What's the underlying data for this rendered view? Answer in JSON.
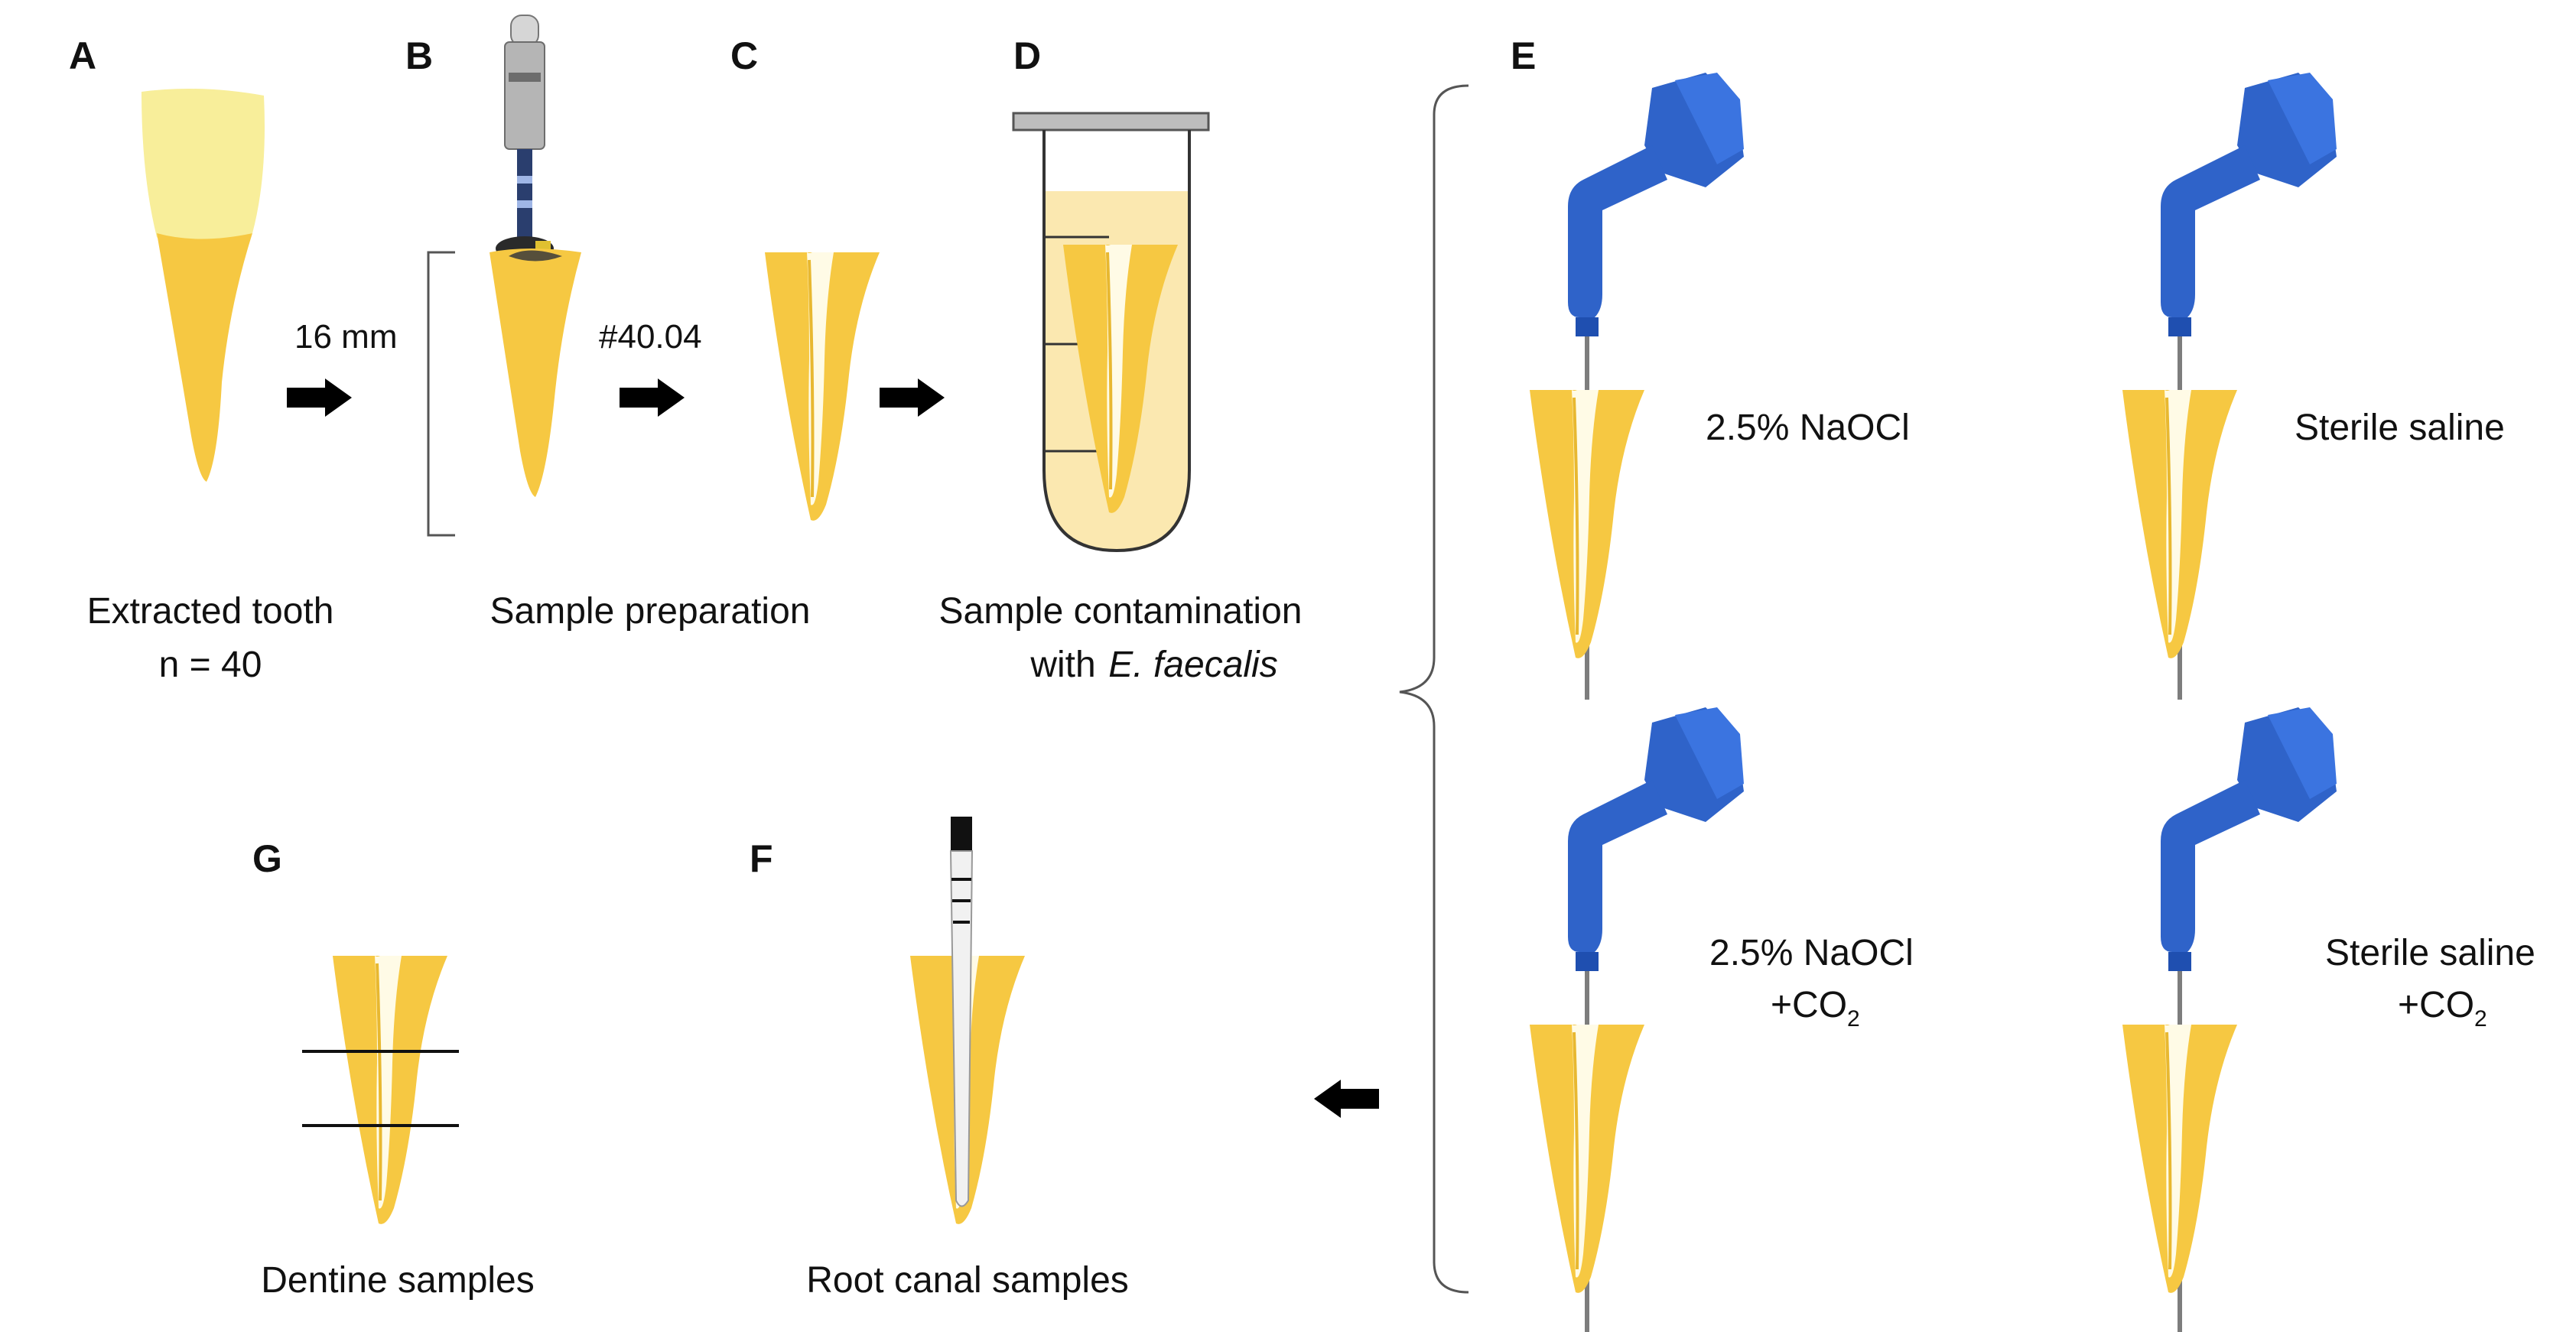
{
  "colors": {
    "tooth_root": "#f6c842",
    "tooth_crown": "#f8ee9a",
    "canal": "#fffbe6",
    "broth": "#fbe8b0",
    "needle_hub": "#2f63c9",
    "stopper": "#ef8a7e",
    "file_handle": "#9c9c9c"
  },
  "panels": {
    "a": {
      "letter": "A",
      "caption_line1": "Extracted tooth",
      "caption_line2": "n = 40"
    },
    "b": {
      "letter": "B",
      "caption": "Sample preparation"
    },
    "c": {
      "letter": "C"
    },
    "d": {
      "letter": "D",
      "caption_line1": "Sample contamination",
      "caption_line2_prefix": "with ",
      "caption_line2_species": "E. faecalis"
    },
    "e": {
      "letter": "E",
      "groups": [
        {
          "label_line1": "2.5% NaOCl",
          "label_line2": ""
        },
        {
          "label_line1": "Sterile saline",
          "label_line2": ""
        },
        {
          "label_line1": "2.5% NaOCl",
          "label_line2_main": "+CO",
          "label_line2_sub": "2"
        },
        {
          "label_line1": "Sterile saline",
          "label_line2_main": "+CO",
          "label_line2_sub": "2"
        }
      ]
    },
    "f": {
      "letter": "F",
      "caption": "Root canal samples"
    },
    "g": {
      "letter": "G",
      "caption": "Dentine  samples"
    }
  },
  "steps": {
    "length_label": "16 mm",
    "file_size_label": "#40.04"
  }
}
